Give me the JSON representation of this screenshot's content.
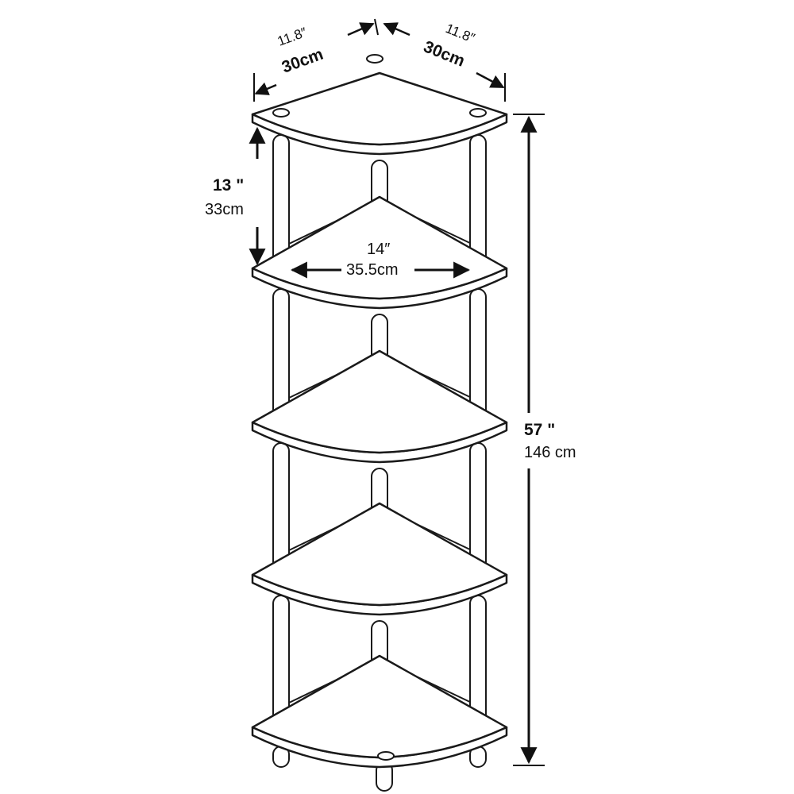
{
  "diagram": {
    "depth_left": {
      "inches": "11.8″",
      "cm": "30cm"
    },
    "depth_right": {
      "inches": "11.8″",
      "cm": "30cm"
    },
    "shelf_spacing": {
      "inches": "13 \"",
      "cm": "33cm"
    },
    "shelf_width": {
      "inches": "14″",
      "cm": "35.5cm"
    },
    "total_height": {
      "inches": "57 \"",
      "cm": "146 cm"
    }
  },
  "colors": {
    "line": "#1a1a1a",
    "fill": "#ffffff"
  }
}
